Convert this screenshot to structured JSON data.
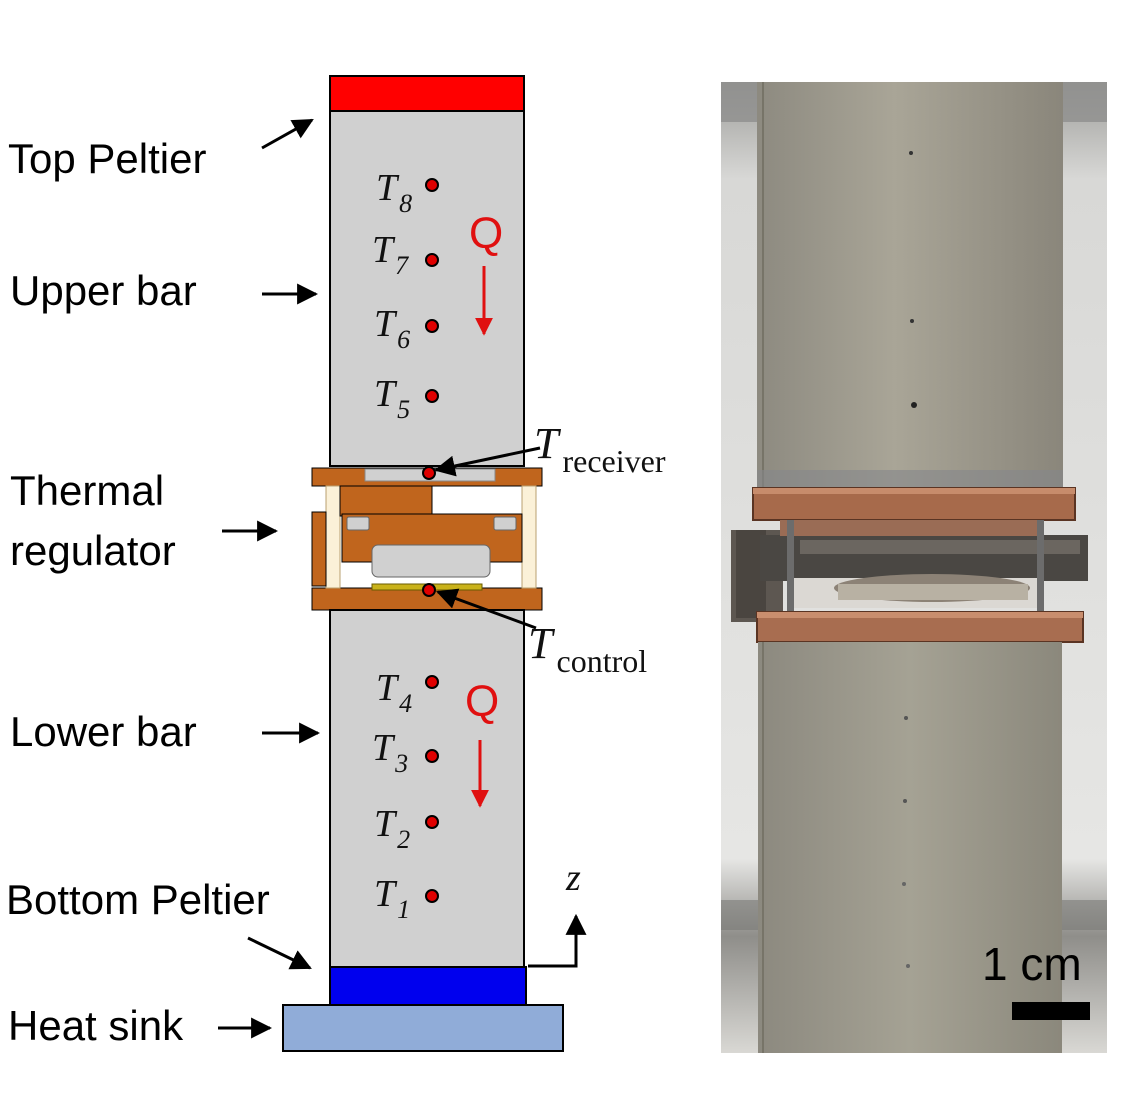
{
  "labels": {
    "top_peltier": "Top Peltier",
    "upper_bar": "Upper bar",
    "thermal_regulator_line1": "Thermal",
    "thermal_regulator_line2": "regulator",
    "lower_bar": "Lower bar",
    "bottom_peltier": "Bottom Peltier",
    "heat_sink": "Heat sink"
  },
  "sensors": {
    "t8": {
      "symbol": "T",
      "sub": "8"
    },
    "t7": {
      "symbol": "T",
      "sub": "7"
    },
    "t6": {
      "symbol": "T",
      "sub": "6"
    },
    "t5": {
      "symbol": "T",
      "sub": "5"
    },
    "t4": {
      "symbol": "T",
      "sub": "4"
    },
    "t3": {
      "symbol": "T",
      "sub": "3"
    },
    "t2": {
      "symbol": "T",
      "sub": "2"
    },
    "t1": {
      "symbol": "T",
      "sub": "1"
    },
    "receiver": {
      "symbol": "T",
      "sub": "receiver"
    },
    "control": {
      "symbol": "T",
      "sub": "control"
    }
  },
  "heat_flow": {
    "upper": "Q",
    "lower": "Q"
  },
  "axis": {
    "z": "z"
  },
  "scale_bar": {
    "label": "1 cm"
  },
  "colors": {
    "top_peltier": "#ff0000",
    "bottom_peltier": "#0000ee",
    "bar": "#d0d0d0",
    "heat_sink": "#90acd8",
    "copper": "#c0651d",
    "sensor": "#e00000",
    "q_arrow": "#e01010"
  }
}
